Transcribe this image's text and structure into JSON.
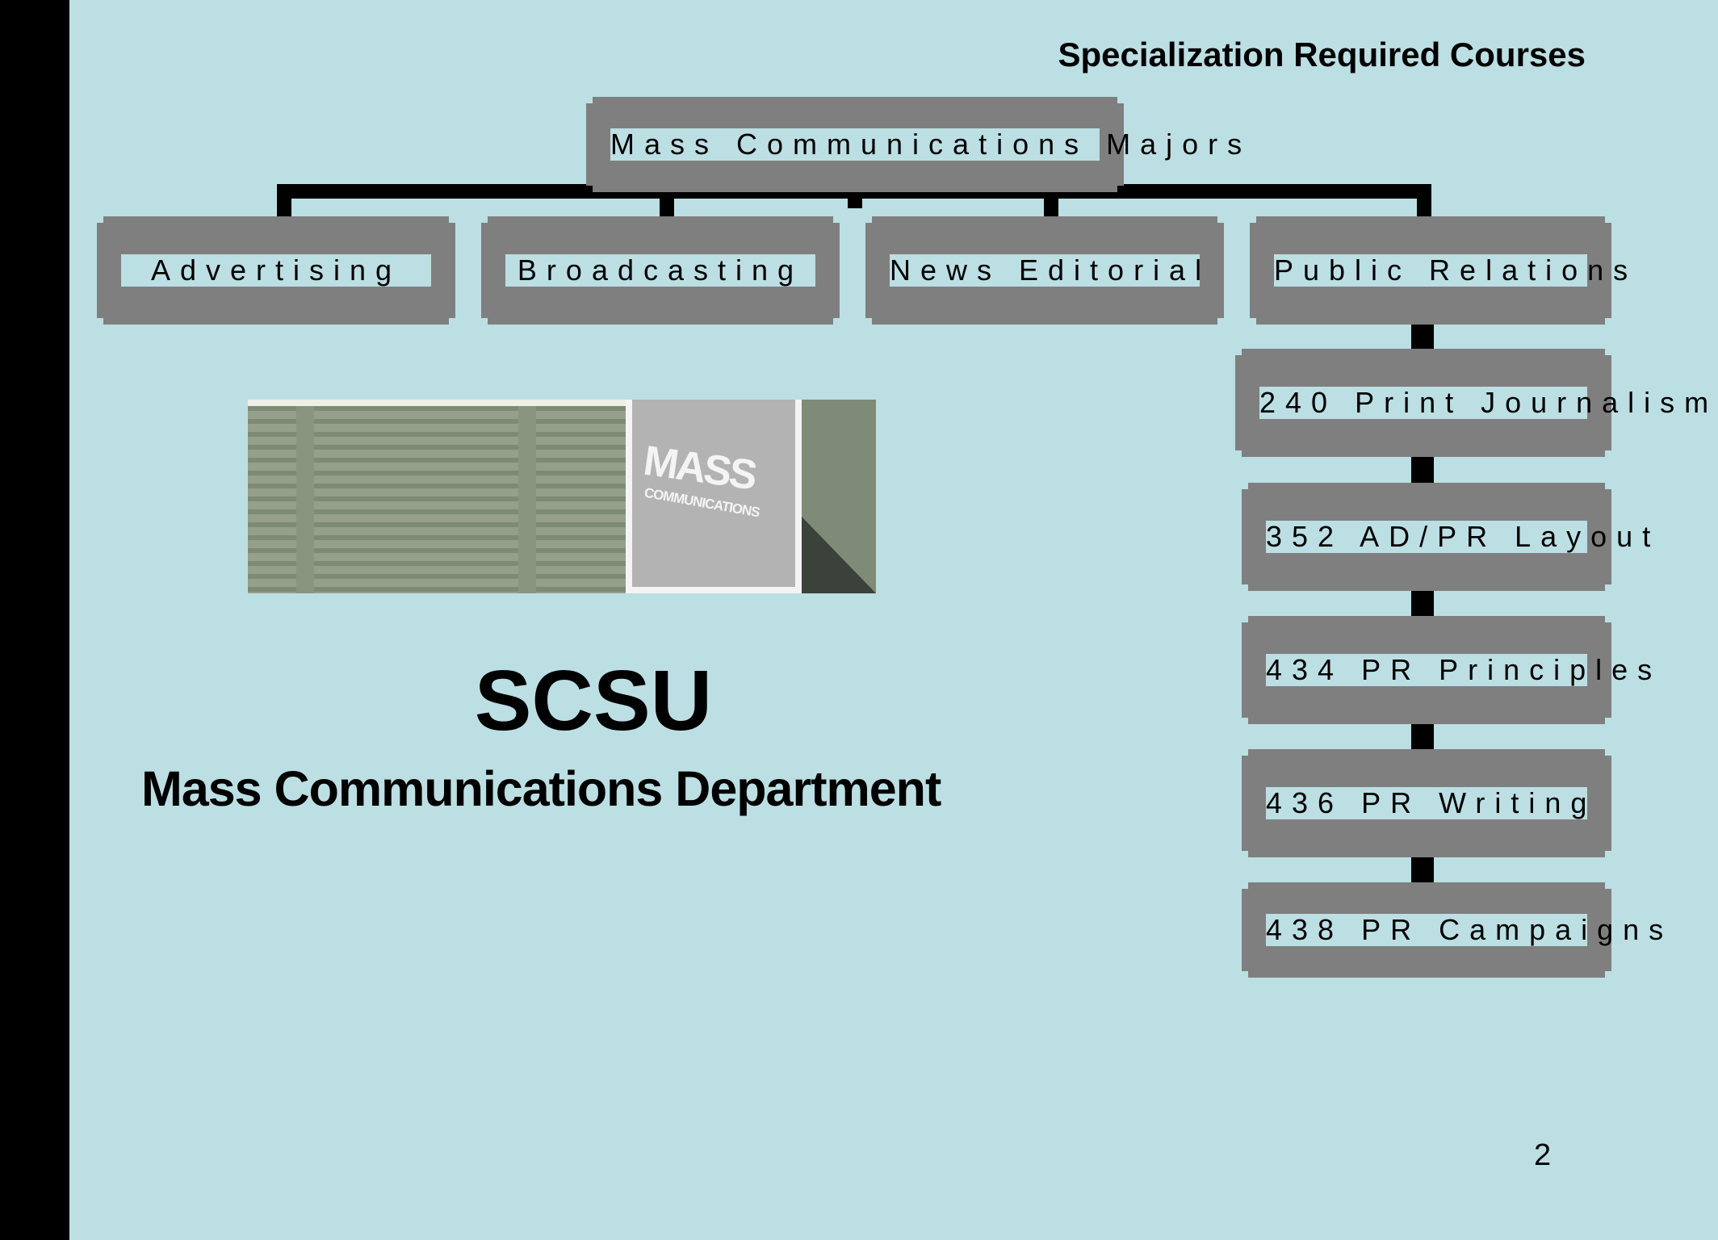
{
  "slide": {
    "title": "Specialization Required Courses",
    "page_number": "2"
  },
  "chart": {
    "root": "Mass Communications Majors",
    "majors": [
      "Advertising",
      "Broadcasting",
      "News Editorial",
      "Public Relations"
    ],
    "courses": [
      "240 Print Journalism",
      "352 AD/PR Layout",
      "434 PR Principles",
      "436 PR Writing",
      "438 PR Campaigns"
    ]
  },
  "logo": {
    "word1": "MASS",
    "word2": "COMMUNICATIONS"
  },
  "text": {
    "school": "SCSU",
    "department": "Mass Communications Department"
  }
}
